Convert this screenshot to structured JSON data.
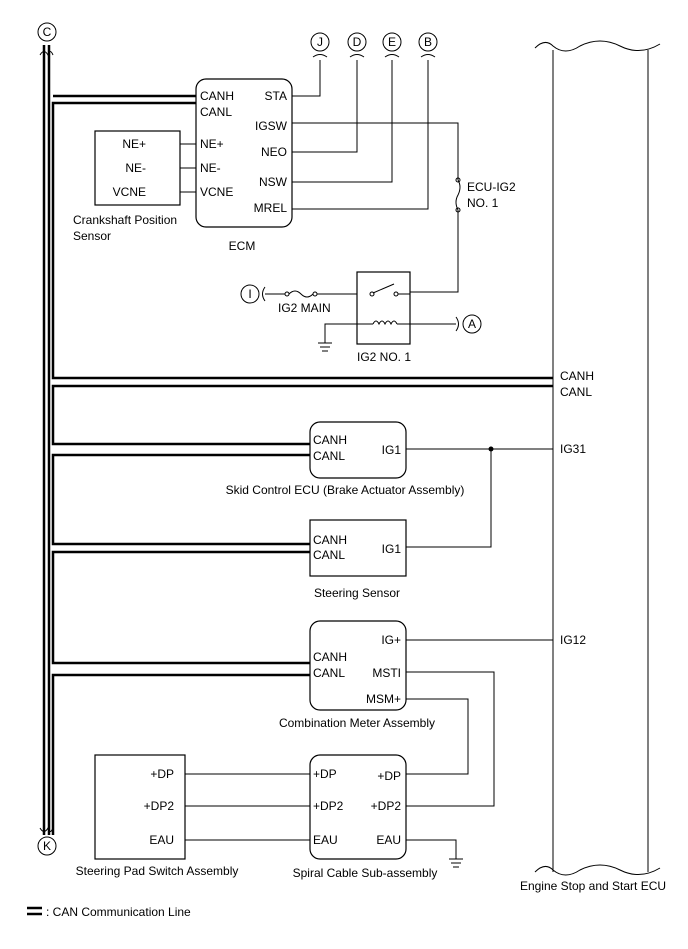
{
  "connectors": {
    "C": "C",
    "K": "K",
    "J": "J",
    "D": "D",
    "E": "E",
    "B": "B",
    "I": "I",
    "A": "A"
  },
  "crank": {
    "pins": [
      "NE+",
      "NE-",
      "VCNE"
    ],
    "label_l1": "Crankshaft Position",
    "label_l2": "Sensor"
  },
  "ecm": {
    "name": "ECM",
    "left_pins": [
      "CANH",
      "CANL",
      "NE+",
      "NE-",
      "VCNE"
    ],
    "right_pins": [
      "STA",
      "IGSW",
      "NEO",
      "NSW",
      "MREL"
    ]
  },
  "fuse_ecu_ig2": {
    "l1": "ECU-IG2",
    "l2": "NO. 1"
  },
  "fuse_ig2_main": "IG2 MAIN",
  "relay_ig2": "IG2 NO. 1",
  "skid": {
    "name": "Skid Control ECU (Brake Actuator Assembly)",
    "pins": [
      "CANH",
      "CANL",
      "IG1"
    ]
  },
  "steering_sensor": {
    "name": "Steering Sensor",
    "pins": [
      "CANH",
      "CANL",
      "IG1"
    ]
  },
  "meter": {
    "name": "Combination Meter Assembly",
    "pins": [
      "IG+",
      "CANH",
      "CANL",
      "MSTI",
      "MSM+"
    ]
  },
  "pad": {
    "name": "Steering Pad Switch Assembly",
    "pins": [
      "+DP",
      "+DP2",
      "EAU"
    ]
  },
  "spiral": {
    "name": "Spiral Cable Sub-assembly",
    "left_pins": [
      "+DP",
      "+DP2",
      "EAU"
    ],
    "right_pins": [
      "+DP",
      "+DP2",
      "EAU"
    ]
  },
  "engine_ecu": {
    "name": "Engine Stop and Start ECU",
    "pins": [
      "CANH",
      "CANL",
      "IG31",
      "IG12"
    ]
  },
  "legend": ": CAN Communication Line"
}
